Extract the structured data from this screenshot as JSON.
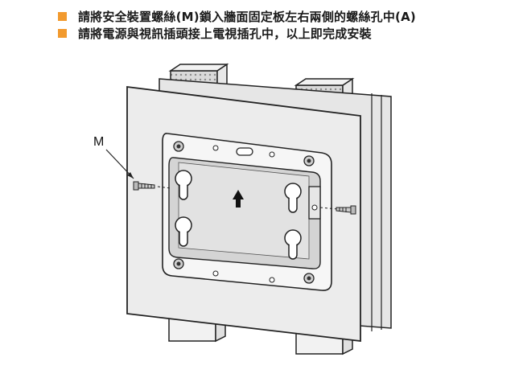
{
  "colors": {
    "bullet": "#f29a2e",
    "line": "#222222",
    "wall_fill": "#ececec",
    "shade": "#c9c9c9",
    "dark": "#3a3a3a"
  },
  "instructions": [
    {
      "text": "請將安全裝置螺絲(M)鎖入牆面固定板左右兩側的螺絲孔中(A)"
    },
    {
      "text": "請將電源與視訊插頭接上電視插孔中，以上即完成安裝"
    }
  ],
  "diagram": {
    "callout_label": "M",
    "arrow_icon": "up-arrow-icon",
    "screw_icon": "screw-icon"
  }
}
